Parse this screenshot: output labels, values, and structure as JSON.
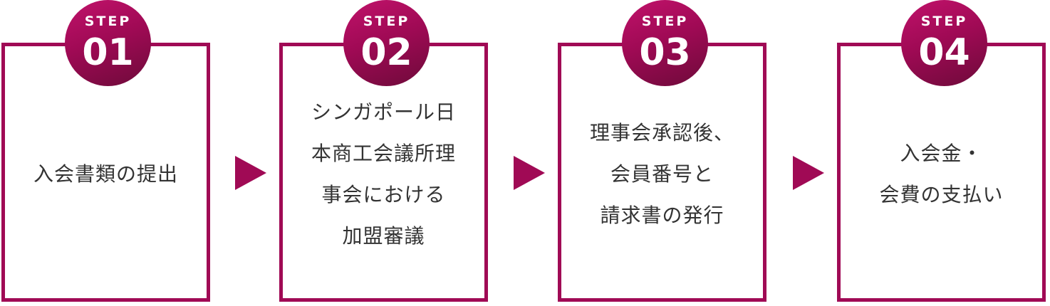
{
  "steps": [
    {
      "label": "STEP",
      "number": "01",
      "lines": [
        "入会書類の提出"
      ]
    },
    {
      "label": "STEP",
      "number": "02",
      "lines": [
        "シンガポール日",
        "本商工会議所理",
        "事会における",
        "加盟審議"
      ]
    },
    {
      "label": "STEP",
      "number": "03",
      "lines": [
        "理事会承認後、",
        "会員番号と",
        "請求書の発行"
      ]
    },
    {
      "label": "STEP",
      "number": "04",
      "lines": [
        "入会金・",
        "会費の支払い"
      ]
    }
  ],
  "colors": {
    "accent": "#a00a55",
    "text": "#333333",
    "badge_text": "#ffffff"
  }
}
